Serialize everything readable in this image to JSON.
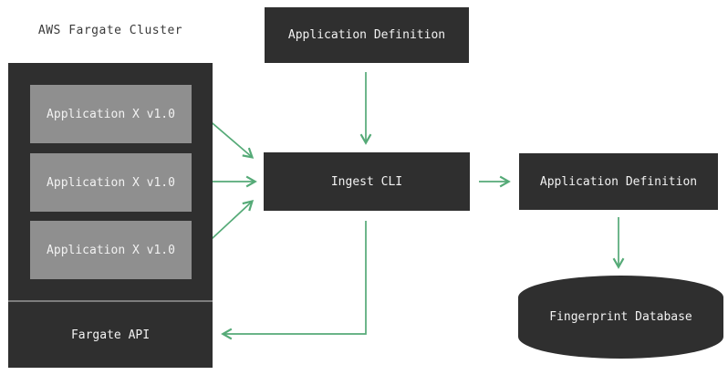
{
  "cluster": {
    "title": "AWS Fargate Cluster",
    "apps": [
      {
        "label": "Application X v1.0"
      },
      {
        "label": "Application X v1.0"
      },
      {
        "label": "Application X v1.0"
      }
    ],
    "api_label": "Fargate API"
  },
  "nodes": {
    "app_definition_top": "Application Definition",
    "ingest_cli": "Ingest CLI",
    "app_definition_right": "Application Definition",
    "fingerprint_db": "Fingerprint Database"
  },
  "edges": [
    {
      "from": "application-definition-top",
      "to": "ingest-cli"
    },
    {
      "from": "application-x-1",
      "to": "ingest-cli"
    },
    {
      "from": "application-x-2",
      "to": "ingest-cli"
    },
    {
      "from": "application-x-3",
      "to": "ingest-cli"
    },
    {
      "from": "ingest-cli",
      "to": "application-definition-right"
    },
    {
      "from": "application-definition-right",
      "to": "fingerprint-database"
    },
    {
      "from": "ingest-cli",
      "to": "fargate-api"
    }
  ],
  "colors": {
    "canvas_bg": "#ffffff",
    "node_bg": "#2f2f2f",
    "app_bg": "#8f8f8f",
    "node_text": "#f2f2f2",
    "title_text": "#3a3a3a",
    "divider": "#7d7d7d",
    "arrow": "#55aa77"
  }
}
